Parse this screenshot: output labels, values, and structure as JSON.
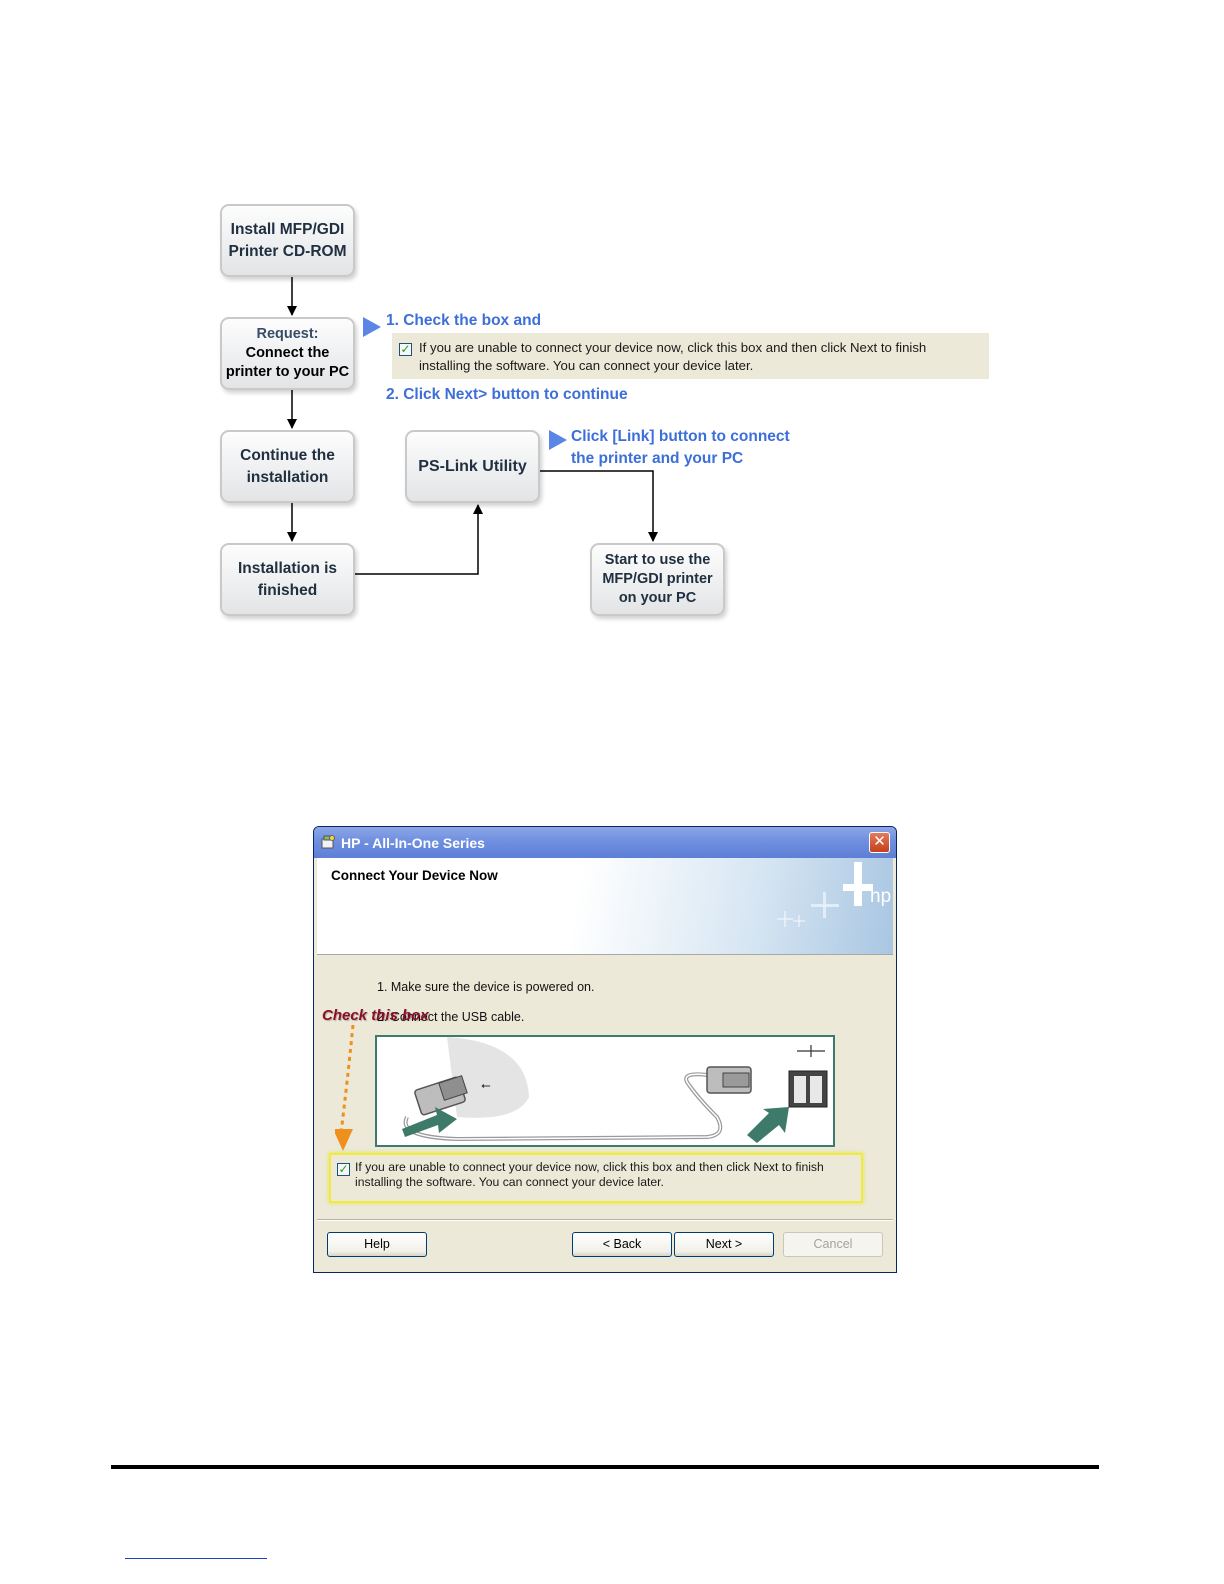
{
  "flowchart": {
    "boxes": {
      "install": "Install MFP/GDI\nPrinter CD-ROM",
      "request_label": "Request:",
      "request_body": "Connect the\nprinter to your PC",
      "continue": "Continue the\ninstallation",
      "finished": "Installation is\nfinished",
      "pslink": "PS-Link Utility",
      "start": "Start to use the\nMFP/GDI printer\non your PC"
    },
    "annotations": {
      "step1": "1. Check the box and",
      "step2": "2. Click Next> button to continue",
      "link": "Click [Link] button to connect\nthe printer and your PC"
    },
    "checkbox_text": "If you are unable to connect your device now, click this box and then click Next to finish\ninstalling the software. You can connect your device later."
  },
  "dialog": {
    "title": "HP - All-In-One Series",
    "banner_title": "Connect Your Device Now",
    "steps": [
      "1. Make sure the device is powered on.",
      "2. Connect the USB cable."
    ],
    "check_hint": "Check this box",
    "checkbox_text": "If you are unable to connect your device now, click this box and then click Next to finish\ninstalling the software. You can connect your device later.",
    "checkbox_checked": true,
    "buttons": {
      "help": "Help",
      "back": "< Back",
      "next": "Next >",
      "cancel": "Cancel"
    }
  },
  "colors": {
    "annotation_blue": "#3d6fd8",
    "hint_red": "#8a0f2a",
    "highlight_yellow": "#efec3a"
  }
}
